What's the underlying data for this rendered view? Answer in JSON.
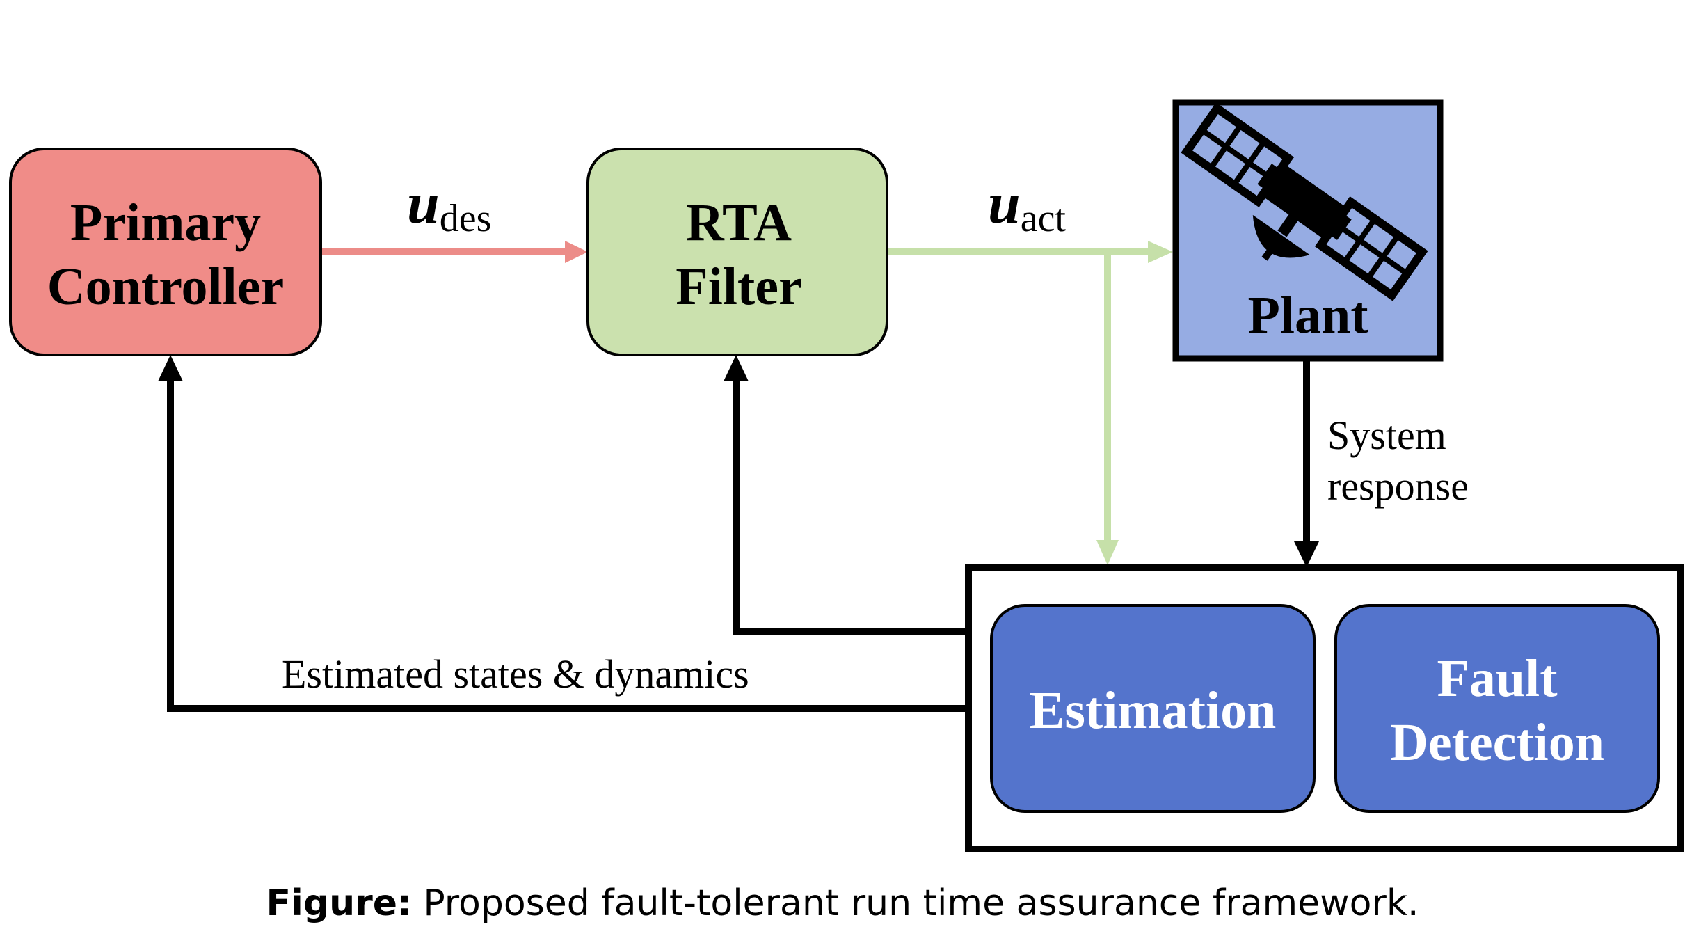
{
  "blocks": {
    "primary_controller": {
      "line1": "Primary",
      "line2": "Controller",
      "fill": "#f08c88"
    },
    "rta_filter": {
      "line1": "RTA",
      "line2": "Filter",
      "fill": "#cbe1ae"
    },
    "plant": {
      "label": "Plant",
      "fill": "#96ace3",
      "icon": "satellite-icon"
    },
    "estimation": {
      "label": "Estimation",
      "fill": "#5474cc"
    },
    "fault_detection": {
      "line1": "Fault",
      "line2": "Detection",
      "fill": "#5474cc"
    }
  },
  "signals": {
    "u_des": {
      "symbol": "u",
      "subscript": "des",
      "color": "#ec8c88"
    },
    "u_act": {
      "symbol": "u",
      "subscript": "act",
      "color": "#c6e0a9"
    },
    "system_response": {
      "line1": "System",
      "line2": "response"
    },
    "feedback": "Estimated states & dynamics"
  },
  "caption": {
    "bold": "Figure:",
    "text": " Proposed fault-tolerant run time assurance framework."
  }
}
